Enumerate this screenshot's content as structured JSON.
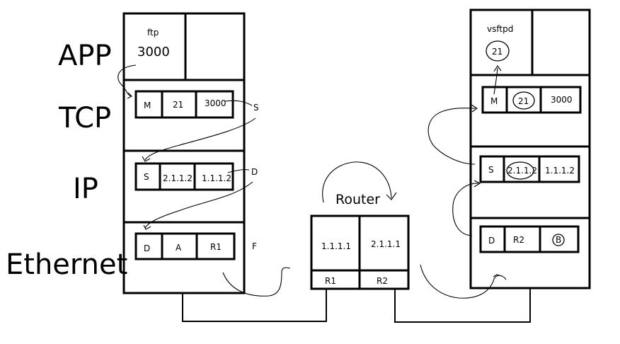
{
  "layers": {
    "app": "APP",
    "tcp": "TCP",
    "ip": "IP",
    "ethernet": "Ethernet"
  },
  "left_host": {
    "app_name": "ftp",
    "app_port": "3000",
    "tcp_fields": [
      "M",
      "21",
      "3000"
    ],
    "tcp_tag": "S",
    "ip_fields": [
      "S",
      "2.1.1.2",
      "1.1.1.2"
    ],
    "ip_tag": "D",
    "eth_fields": [
      "D",
      "A",
      "R1"
    ],
    "eth_tag": "F"
  },
  "router": {
    "label": "Router",
    "left_ip": "1.1.1.1",
    "right_ip": "2.1.1.1",
    "left_port": "R1",
    "right_port": "R2"
  },
  "right_host": {
    "app_name": "vsftpd",
    "app_port": "21",
    "tcp_fields": [
      "M",
      "21",
      "3000"
    ],
    "ip_fields": [
      "S",
      "2.1.1.2",
      "1.1.1.2"
    ],
    "eth_fields": [
      "D",
      "R2",
      "B"
    ]
  }
}
